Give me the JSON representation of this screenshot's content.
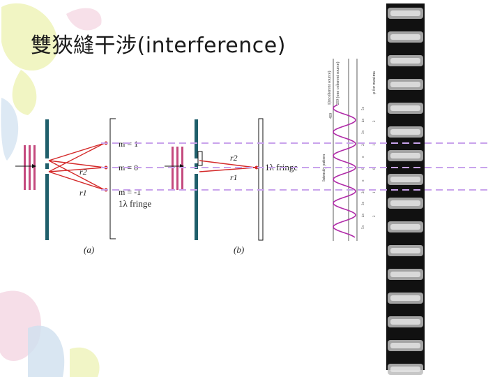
{
  "slide": {
    "title": "雙狹縫干涉(interference)"
  },
  "colors": {
    "slit_barrier": "#1f5f6b",
    "wavefront": "#c44a7e",
    "ray": "#d42a2a",
    "guide_line": "#c9a3ec",
    "curve": "#b02aa8",
    "leaf_light": "#eef3b8",
    "leaf_pink": "#f3d3e0",
    "leaf_blue": "#cfe0ef"
  },
  "diagram_a": {
    "caption": "(a)",
    "ray_labels": [
      "r2",
      "r1"
    ],
    "m_labels": [
      "m = 1",
      "m = 0",
      "m = -1"
    ],
    "fringe_label": "1λ fringe"
  },
  "diagram_b": {
    "caption": "(b)",
    "ray_labels": [
      "r2",
      "r1"
    ],
    "fringe_label": "1λ fringe"
  },
  "intensity_plot": {
    "label_intensity": "Intensity pattern",
    "label_incoherent": "I(incoherent source)",
    "label_one_source": "2I0 (one coherent source)",
    "label_two": "4I0",
    "label_phase": "φ for maxima",
    "phase_labels": [
      "0",
      "π",
      "2π",
      "3π",
      "4π",
      "5π"
    ],
    "order_labels": [
      "0",
      "1",
      "2"
    ]
  }
}
